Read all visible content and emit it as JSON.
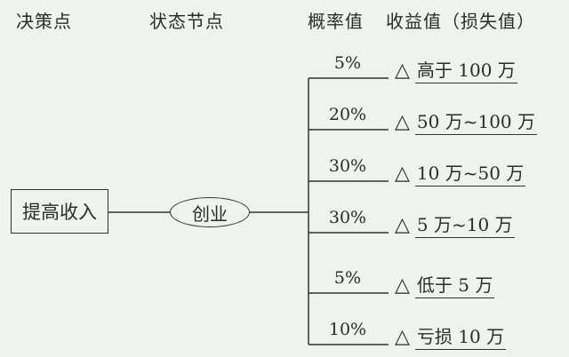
{
  "headers": {
    "decision": "决策点",
    "state": "状态节点",
    "probability": "概率值",
    "value": "收益值（损失值）"
  },
  "decision_node": "提高收入",
  "state_node": "创业",
  "outcome_symbol": "△",
  "branches": [
    {
      "probability": "5%",
      "outcome": "高于 100 万"
    },
    {
      "probability": "20%",
      "outcome": "50 万~100 万"
    },
    {
      "probability": "30%",
      "outcome": "10 万~50 万"
    },
    {
      "probability": "30%",
      "outcome": "5 万~10 万"
    },
    {
      "probability": "5%",
      "outcome": "低于 5 万"
    },
    {
      "probability": "10%",
      "outcome": "亏损 10 万"
    }
  ],
  "colors": {
    "background": "#eef4ed",
    "line": "#333333",
    "text": "#2b2b2b"
  }
}
